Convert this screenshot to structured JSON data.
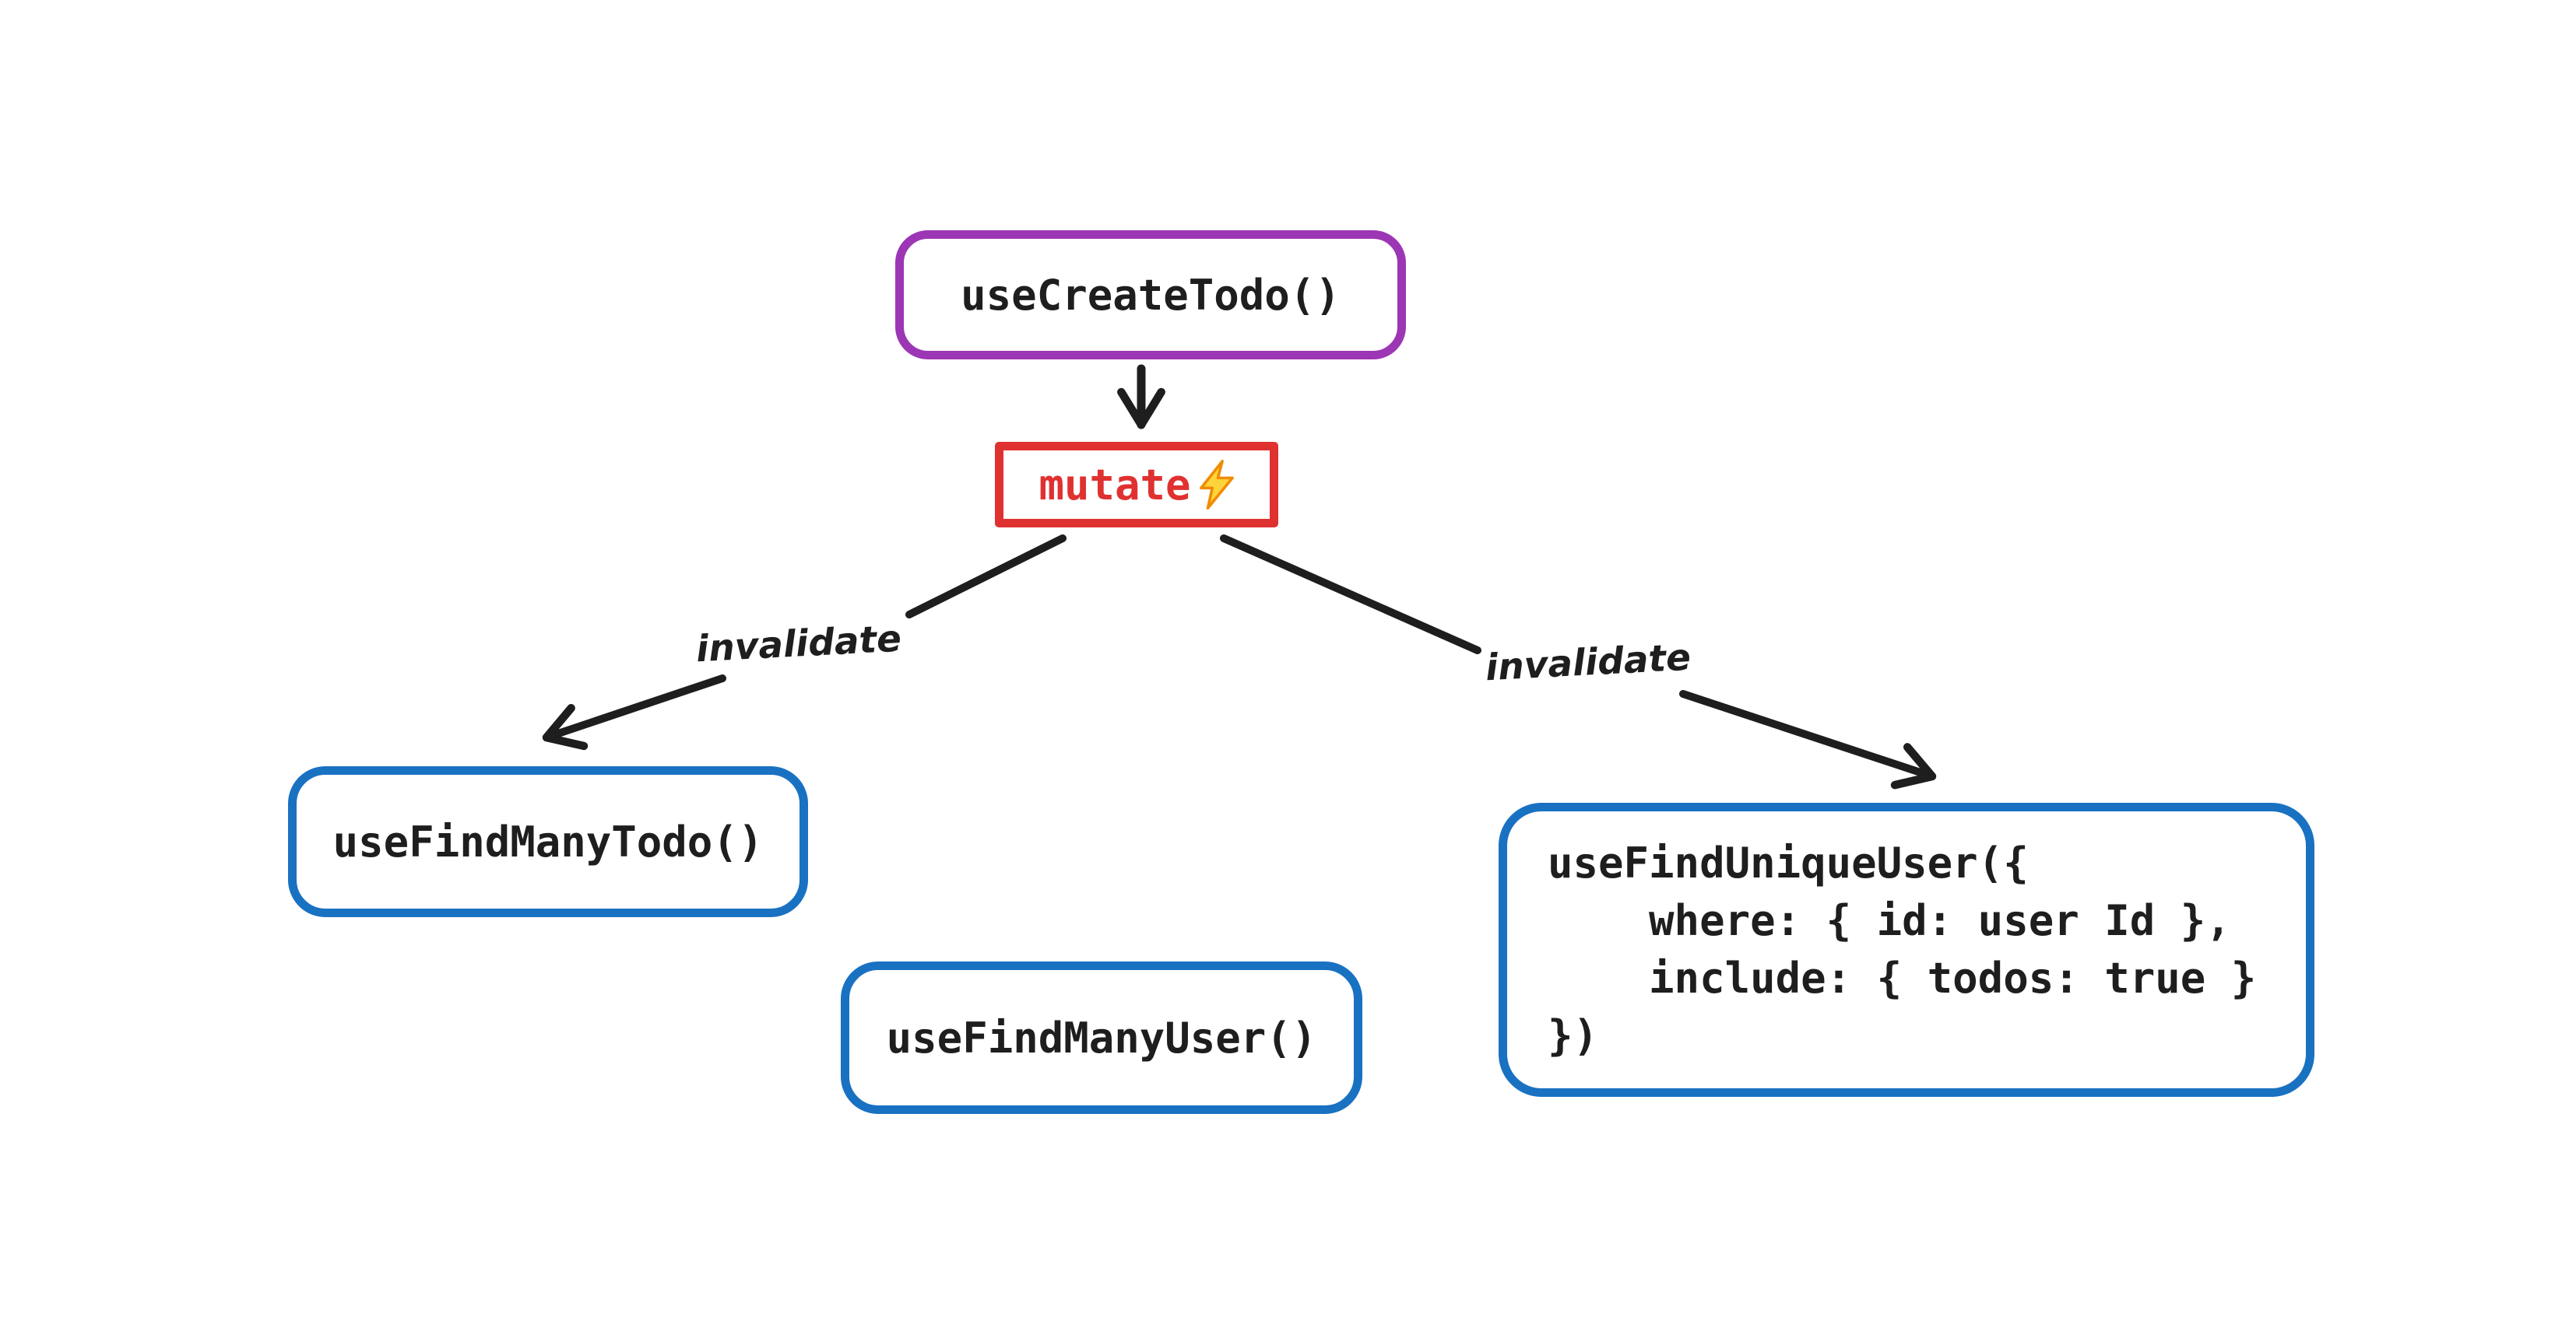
{
  "diagram": {
    "background_color": "#ffffff",
    "ink_color": "#1e1e1e",
    "nodes": {
      "create_todo": {
        "label": "useCreateTodo()",
        "border_color": "#9c36b5"
      },
      "mutate": {
        "label": "mutate",
        "icon": "lightning-bolt",
        "border_color": "#e03131",
        "text_color": "#e03131"
      },
      "find_many_todo": {
        "label": "useFindManyTodo()",
        "border_color": "#1971c2"
      },
      "find_many_user": {
        "label": "useFindManyUser()",
        "border_color": "#1971c2"
      },
      "find_unique_user": {
        "code": "useFindUniqueUser({\n    where: { id: user Id },\n    include: { todos: true }\n})",
        "border_color": "#1971c2"
      }
    },
    "edges": {
      "mutate_to_find_many_todo": {
        "label": "invalidate"
      },
      "mutate_to_find_unique_user": {
        "label": "invalidate"
      }
    },
    "icon_colors": {
      "bolt_fill": "#ffd43b",
      "bolt_stroke": "#f08c00"
    }
  }
}
